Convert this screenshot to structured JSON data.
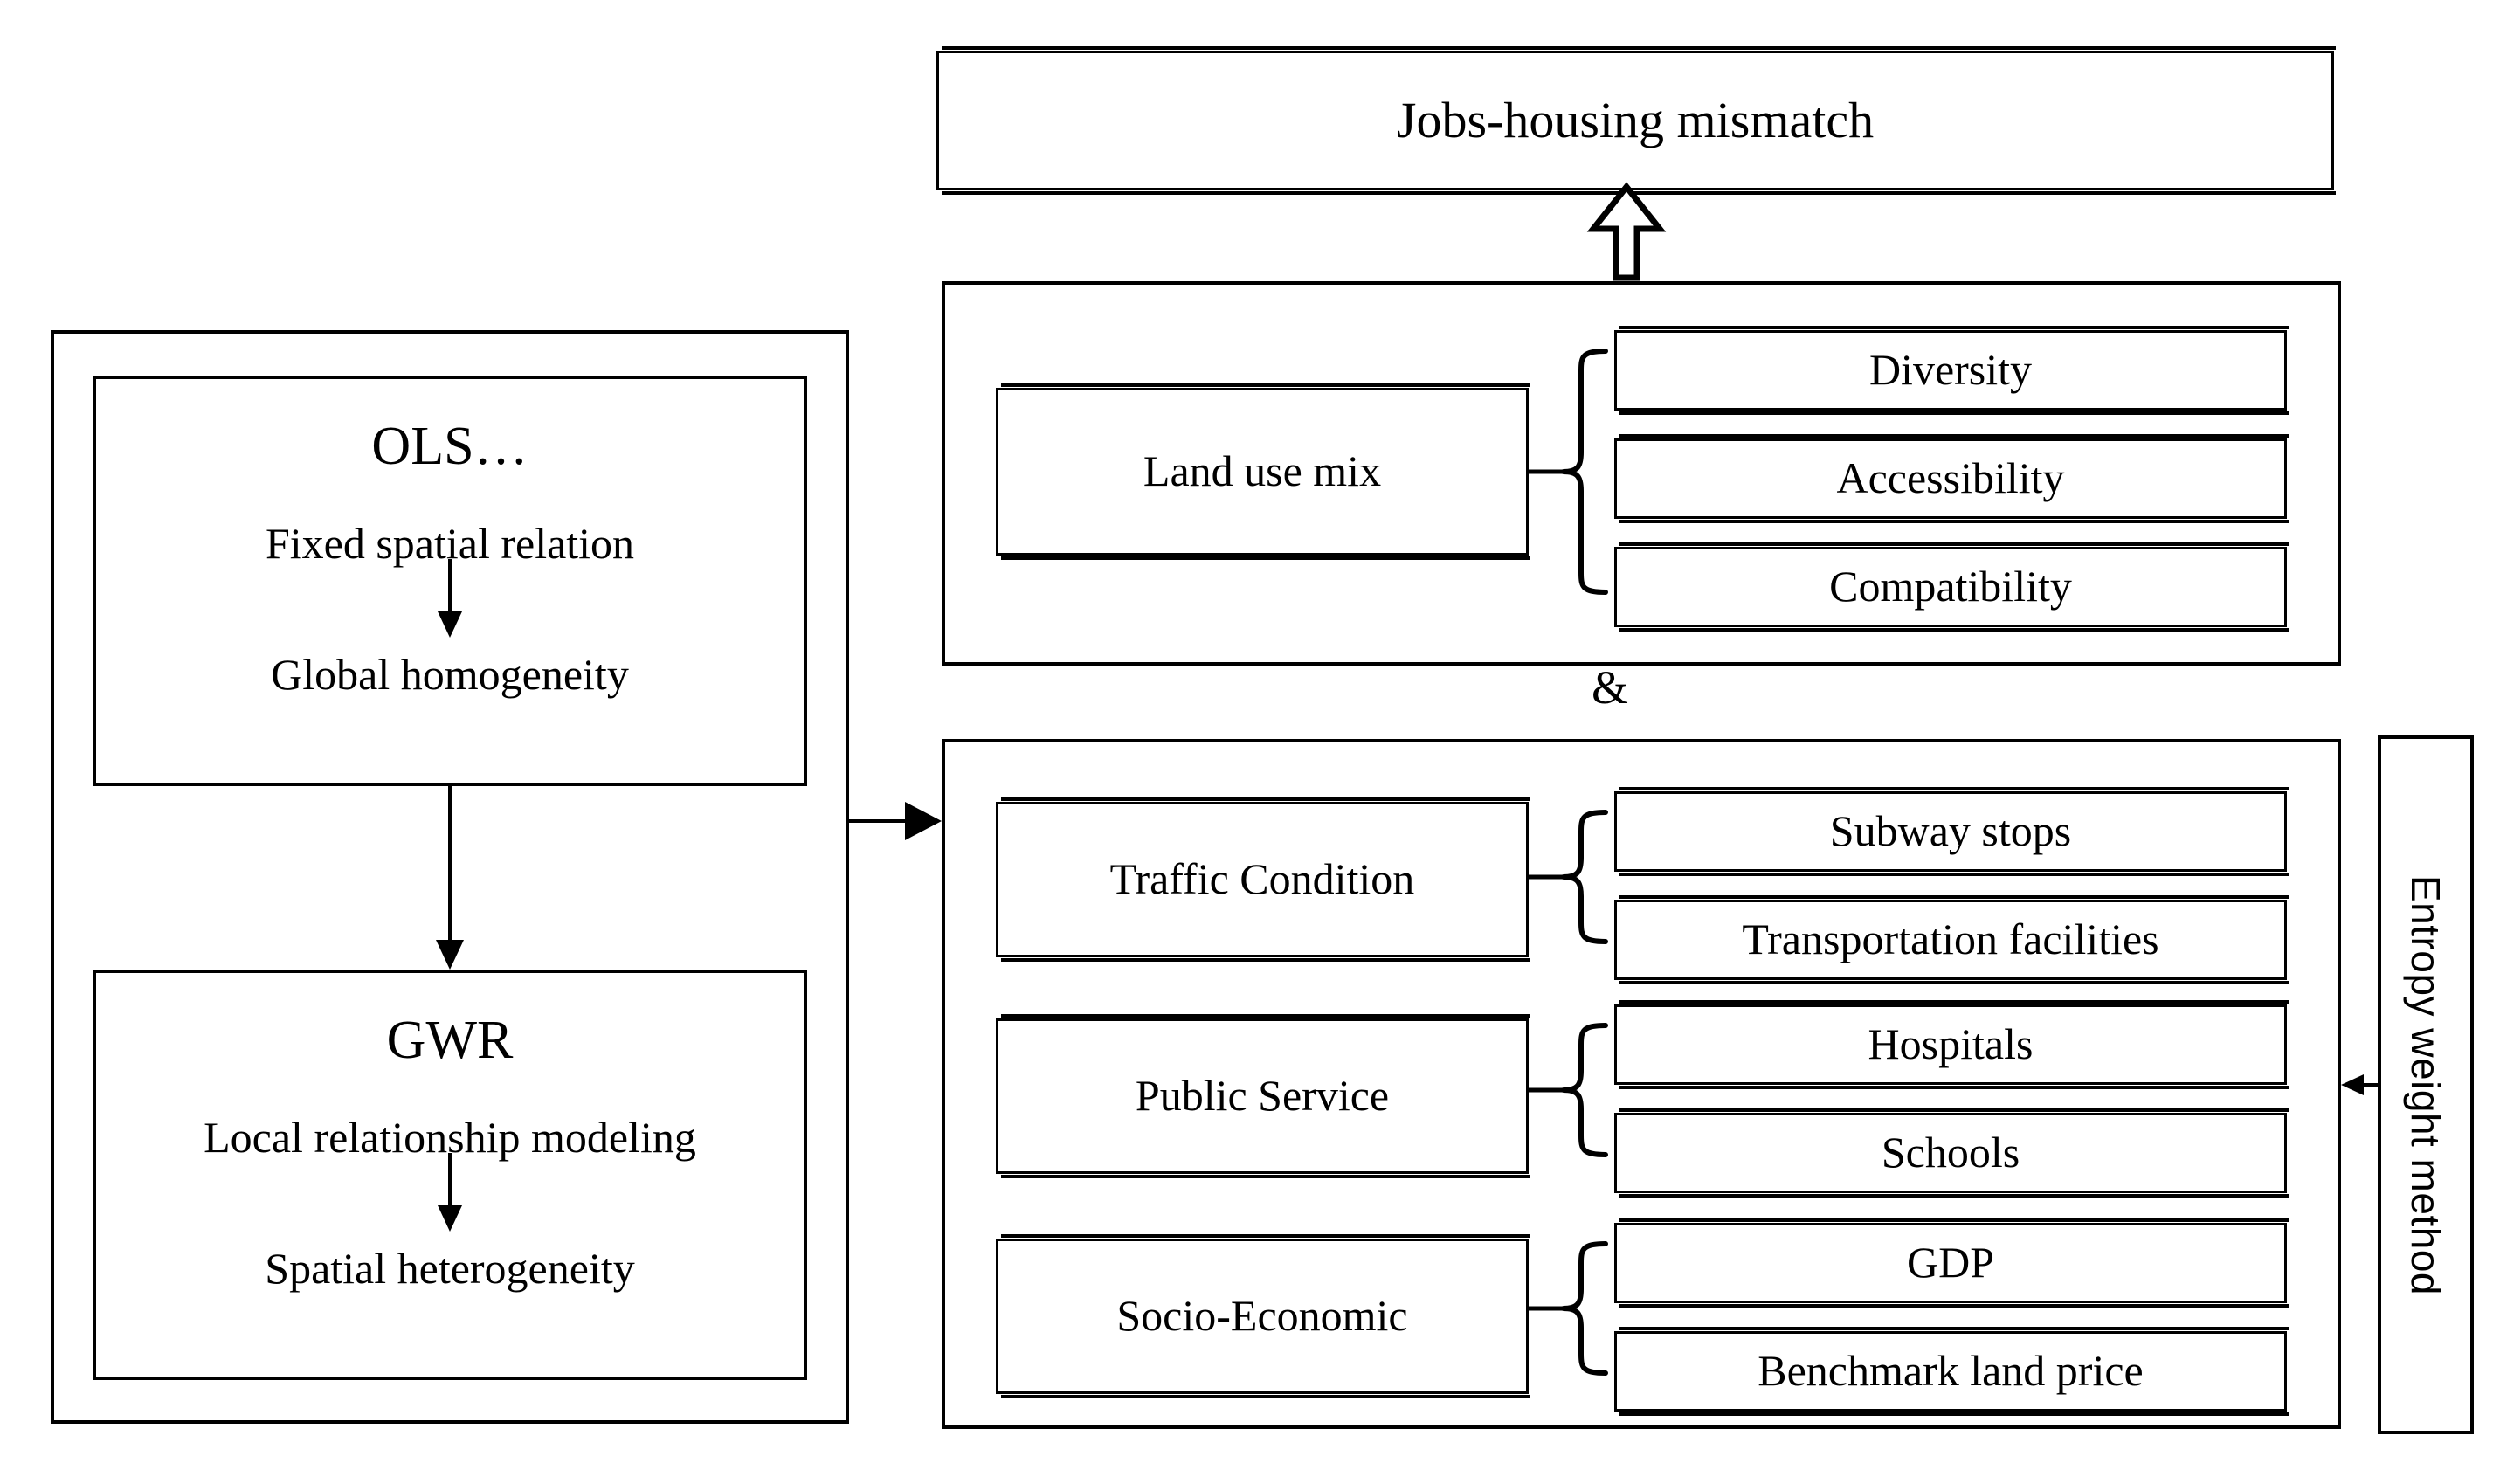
{
  "diagram": {
    "title_box": {
      "label": "Jobs-housing mismatch"
    },
    "connector_up_arrow": "hollow-up-arrow",
    "combiner_symbol": "&",
    "left_panel": {
      "models": [
        {
          "heading": "OLS…",
          "line1": "Fixed spatial relation",
          "line2": "Global homogeneity",
          "arrow": "down-arrow"
        },
        {
          "heading": "GWR",
          "line1": "Local relationship modeling",
          "line2": "Spatial heterogeneity",
          "arrow": "down-arrow"
        }
      ],
      "between_models_arrow": "down-arrow",
      "outgoing_arrow": "right-arrow"
    },
    "upper_panel": {
      "groups": [
        {
          "category": "Land use mix",
          "items": [
            "Diversity",
            "Accessibility",
            "Compatibility"
          ]
        }
      ]
    },
    "lower_panel": {
      "groups": [
        {
          "category": "Traffic Condition",
          "items": [
            "Subway stops",
            "Transportation facilities"
          ]
        },
        {
          "category": "Public Service",
          "items": [
            "Hospitals",
            "Schools"
          ]
        },
        {
          "category": "Socio-Economic",
          "items": [
            "GDP",
            "Benchmark land price"
          ]
        }
      ]
    },
    "right_panel": {
      "label": "Entropy weight method",
      "incoming_arrow": "left-arrow"
    },
    "colors": {
      "stroke": "#000000",
      "fill": "#ffffff"
    }
  }
}
